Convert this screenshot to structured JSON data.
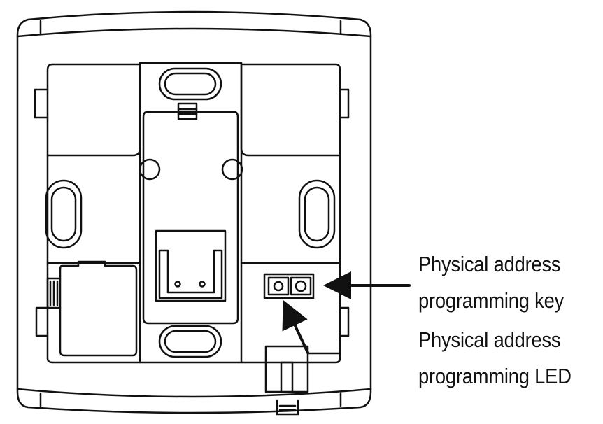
{
  "labels": {
    "key_line1": "Physical address",
    "key_line2": "programming key",
    "led_line1": "Physical address",
    "led_line2": "programming LED"
  },
  "colors": {
    "line": "#111111",
    "background": "#ffffff"
  }
}
